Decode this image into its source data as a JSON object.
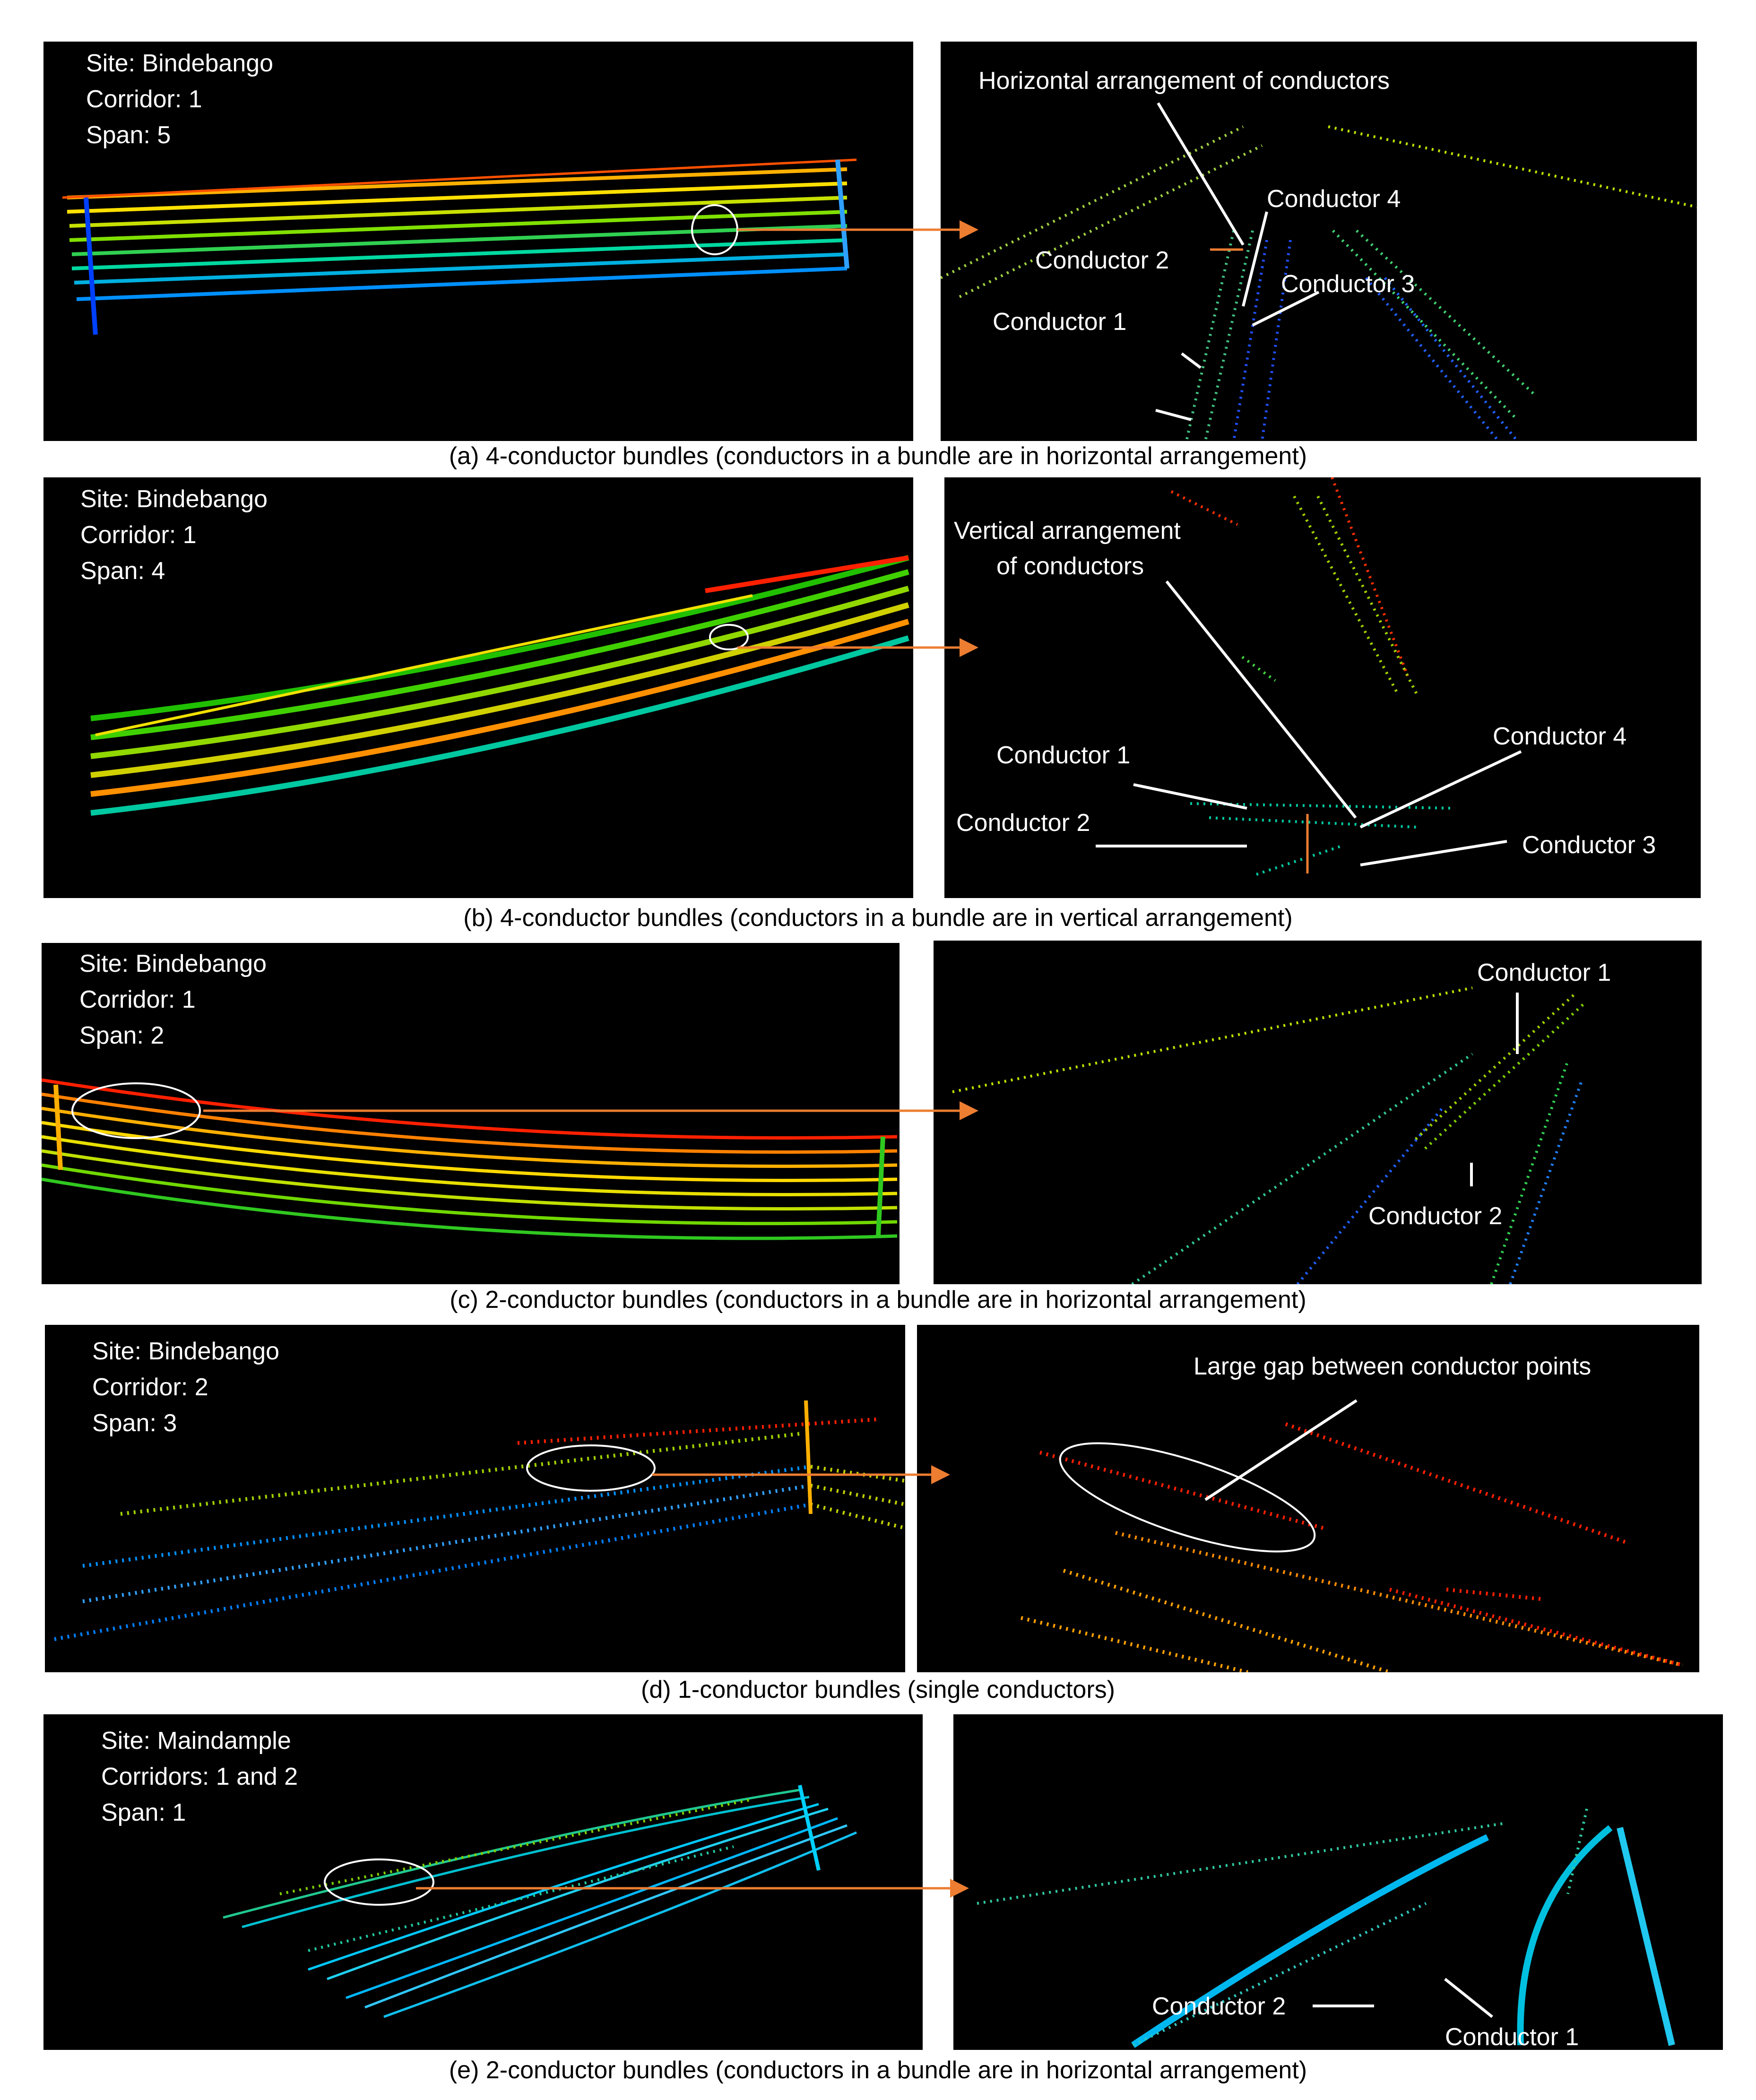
{
  "colors": {
    "background": "#000000",
    "annotation": "#ffffff",
    "arrow": "#ed7d31",
    "ramp": [
      "#0030ff",
      "#00a8ff",
      "#00e0a0",
      "#30d030",
      "#a0e000",
      "#ffe000",
      "#ff9000",
      "#ff2000"
    ]
  },
  "rows": [
    {
      "site": "Site: Bindebango",
      "corridor": "Corridor: 1",
      "span": "Span: 5",
      "caption": "(a) 4-conductor bundles (conductors in a bundle are in horizontal arrangement)",
      "labels": [
        "Horizontal arrangement of conductors",
        "Conductor  4",
        "Conductor 2",
        "Conductor 3",
        "Conductor 1"
      ]
    },
    {
      "site": "Site: Bindebango",
      "corridor": "Corridor: 1",
      "span": "Span: 4",
      "caption": "(b) 4-conductor bundles (conductors in a bundle are in vertical arrangement)",
      "labels": [
        "Vertical arrangement",
        "of conductors",
        "Conductor  1",
        "Conductor 4",
        "Conductor 2",
        "Conductor  3"
      ]
    },
    {
      "site": "Site: Bindebango",
      "corridor": "Corridor: 1",
      "span": "Span: 2",
      "caption": "(c) 2-conductor bundles (conductors in a bundle are in horizontal arrangement)",
      "labels": [
        "Conductor 1",
        "Conductor  2"
      ]
    },
    {
      "site": "Site: Bindebango",
      "corridor": "Corridor: 2",
      "span": "Span: 3",
      "caption": "(d) 1-conductor bundles (single conductors)",
      "labels": [
        "Large gap between conductor points"
      ]
    },
    {
      "site": "Site: Maindample",
      "corridor": "Corridors: 1 and 2",
      "span": "Span: 1",
      "caption": "(e) 2-conductor  bundles (conductors in a bundle are in horizontal arrangement)",
      "labels": [
        "Conductor 2",
        "Conductor 1"
      ]
    }
  ]
}
